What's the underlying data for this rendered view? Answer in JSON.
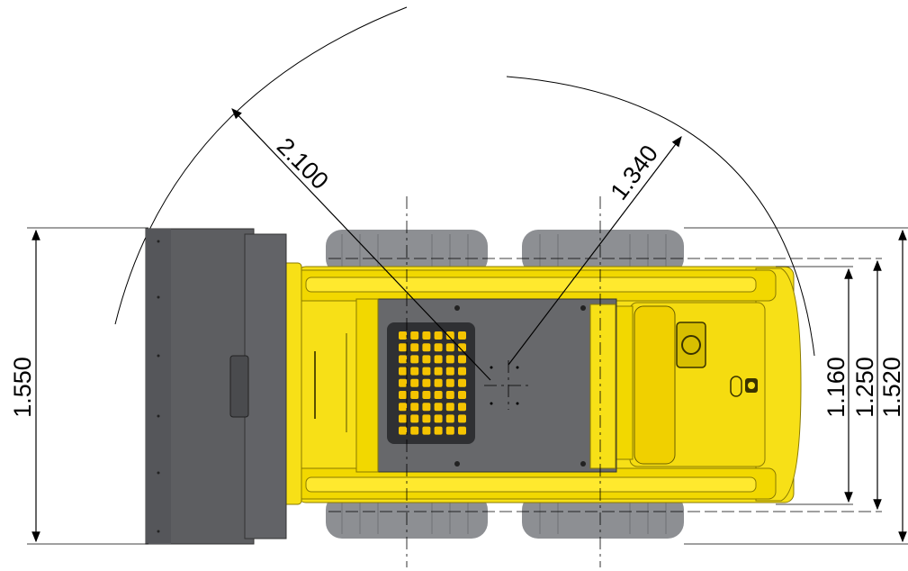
{
  "dimensions": {
    "overall_length_radius": "2.100",
    "rear_radius": "1.340",
    "bucket_width": "1.550",
    "inner_width": "1.160",
    "track_width": "1.250",
    "overall_width": "1.520"
  },
  "colors": {
    "body": "#f7e017",
    "body_dark": "#d9c200",
    "tire": "#8d8f93",
    "tire_dark": "#6f7175",
    "bucket": "#5d5e61",
    "deck": "#67686b",
    "line": "#000000",
    "grill": "#f5c400"
  }
}
